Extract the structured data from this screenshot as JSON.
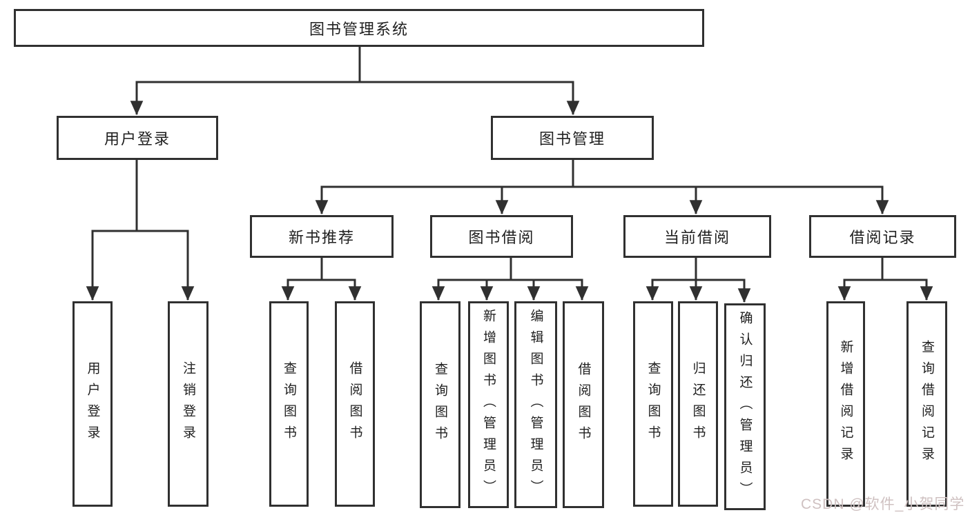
{
  "tree": {
    "root": {
      "label": "图书管理系统"
    },
    "level2": [
      {
        "label": "用户登录"
      },
      {
        "label": "图书管理"
      }
    ],
    "level3": [
      {
        "label": "新书推荐"
      },
      {
        "label": "图书借阅"
      },
      {
        "label": "当前借阅"
      },
      {
        "label": "借阅记录"
      }
    ],
    "leaves": [
      {
        "label": "用户登录"
      },
      {
        "label": "注销登录"
      },
      {
        "label": "查询图书"
      },
      {
        "label": "借阅图书"
      },
      {
        "label": "查询图书"
      },
      {
        "label": "新增图书（管理员）"
      },
      {
        "label": "编辑图书（管理员）"
      },
      {
        "label": "借阅图书"
      },
      {
        "label": "查询图书"
      },
      {
        "label": "归还图书"
      },
      {
        "label": "确认归还（管理员）"
      },
      {
        "label": "新增借阅记录"
      },
      {
        "label": "查询借阅记录"
      }
    ]
  },
  "watermark": {
    "text": "CSDN @软件_小贺同学"
  },
  "colors": {
    "line": "#303030",
    "box_border": "#303030",
    "text": "#1f1f1f",
    "background": "#ffffff",
    "watermark": "#cfc1c1"
  }
}
